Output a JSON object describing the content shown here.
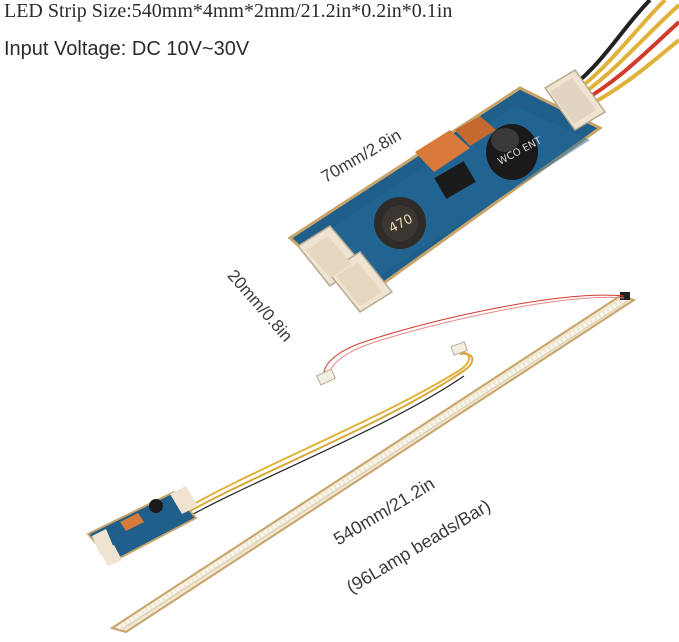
{
  "specs": {
    "strip_size": "LED Strip Size:540mm*4mm*2mm/21.2in*0.2in*0.1in",
    "input_voltage": "Input Voltage: DC 10V~30V"
  },
  "dimensions": {
    "board_length": "70mm/2.8in",
    "board_width": "20mm/0.8in",
    "strip_length": "540mm/21.2in",
    "strip_beads": "(96Lamp beads/Bar)"
  },
  "component_markings": {
    "capacitor": "WCO ENT",
    "inductor": "470"
  },
  "colors": {
    "pcb": "#1f5f8a",
    "pcb_dark": "#17486b",
    "connector": "#efe4d2",
    "wire_red": "#d23a2a",
    "wire_yellow": "#e0b23a",
    "wire_black": "#222222",
    "strip_edge": "#c9a46a",
    "led": "#f4f1e6"
  }
}
